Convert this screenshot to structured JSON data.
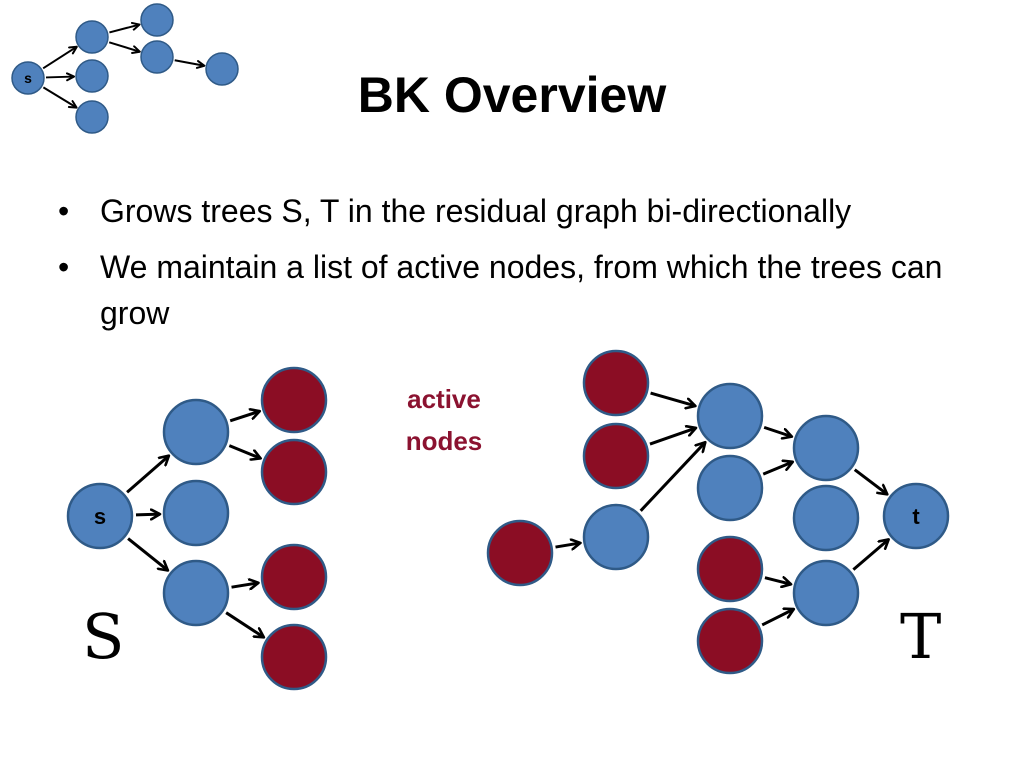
{
  "slide": {
    "title": "BK Overview",
    "bullets": [
      {
        "marker": "•",
        "text": "Grows trees S, T in the residual graph bi-directionally"
      },
      {
        "marker": "•",
        "text": "We maintain a list of active nodes, from which the trees can grow"
      }
    ],
    "tree_s_label": "S",
    "tree_t_label": "T",
    "active_label_line1": "active",
    "active_label_line2": "nodes"
  },
  "colors": {
    "normal_node": "#4f81bd",
    "active_node": "#8b0d24",
    "node_border": "#2f5a87",
    "active_text": "#8b1230",
    "arrow": "#000000"
  },
  "diagram": {
    "logo_graph": {
      "nodes": [
        {
          "id": "s",
          "label": "s",
          "type": "normal"
        },
        {
          "id": "a",
          "label": "",
          "type": "normal"
        },
        {
          "id": "b",
          "label": "",
          "type": "normal"
        },
        {
          "id": "c",
          "label": "",
          "type": "normal"
        },
        {
          "id": "d",
          "label": "",
          "type": "normal"
        },
        {
          "id": "e",
          "label": "",
          "type": "normal"
        },
        {
          "id": "f",
          "label": "",
          "type": "normal"
        }
      ],
      "edges": [
        [
          "s",
          "a"
        ],
        [
          "s",
          "b"
        ],
        [
          "s",
          "c"
        ],
        [
          "a",
          "d"
        ],
        [
          "a",
          "e"
        ],
        [
          "e",
          "f"
        ]
      ]
    },
    "tree_s": {
      "nodes": [
        {
          "id": "s",
          "label": "s",
          "type": "normal"
        },
        {
          "id": "n1",
          "label": "",
          "type": "normal"
        },
        {
          "id": "n2",
          "label": "",
          "type": "normal"
        },
        {
          "id": "n3",
          "label": "",
          "type": "normal"
        },
        {
          "id": "a1",
          "label": "",
          "type": "active"
        },
        {
          "id": "a2",
          "label": "",
          "type": "active"
        },
        {
          "id": "a3",
          "label": "",
          "type": "active"
        },
        {
          "id": "a4",
          "label": "",
          "type": "active"
        }
      ],
      "edges": [
        [
          "s",
          "n1"
        ],
        [
          "s",
          "n2"
        ],
        [
          "s",
          "n3"
        ],
        [
          "n1",
          "a1"
        ],
        [
          "n1",
          "a2"
        ],
        [
          "n3",
          "a3"
        ],
        [
          "n3",
          "a4"
        ]
      ]
    },
    "tree_t": {
      "nodes": [
        {
          "id": "t",
          "label": "t",
          "type": "normal"
        },
        {
          "id": "m1",
          "label": "",
          "type": "normal"
        },
        {
          "id": "m2",
          "label": "",
          "type": "normal"
        },
        {
          "id": "m3",
          "label": "",
          "type": "normal"
        },
        {
          "id": "m4",
          "label": "",
          "type": "normal"
        },
        {
          "id": "m5",
          "label": "",
          "type": "normal"
        },
        {
          "id": "m6",
          "label": "",
          "type": "normal"
        },
        {
          "id": "r1",
          "label": "",
          "type": "active"
        },
        {
          "id": "r2",
          "label": "",
          "type": "active"
        },
        {
          "id": "r3",
          "label": "",
          "type": "active"
        },
        {
          "id": "r4",
          "label": "",
          "type": "active"
        },
        {
          "id": "r5",
          "label": "",
          "type": "active"
        }
      ],
      "edges": [
        [
          "r1",
          "m1"
        ],
        [
          "r2",
          "m1"
        ],
        [
          "m2",
          "m1"
        ],
        [
          "r3",
          "m2"
        ],
        [
          "m1",
          "m3"
        ],
        [
          "m4",
          "m3"
        ],
        [
          "m3",
          "t"
        ],
        [
          "m5",
          "t"
        ],
        [
          "r4",
          "m5"
        ],
        [
          "r5",
          "m5"
        ]
      ]
    }
  }
}
